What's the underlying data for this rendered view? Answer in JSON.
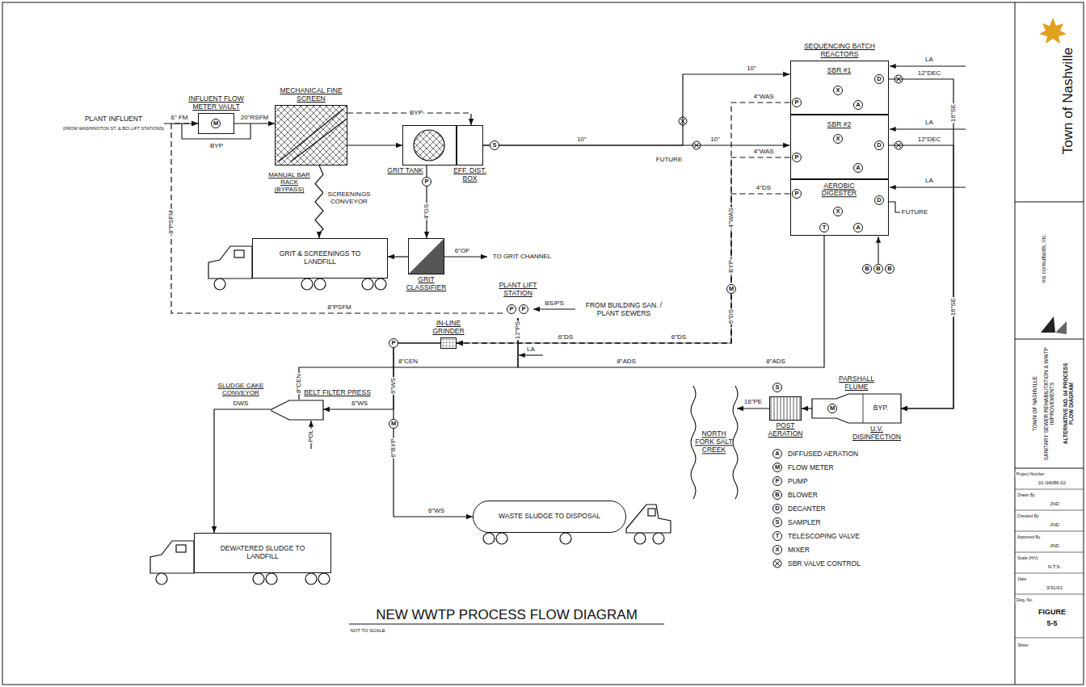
{
  "diagram": {
    "title": "NEW WWTP PROCESS FLOW DIAGRAM",
    "nodes": [
      {
        "text": [
          "PLANT INFLUENT",
          "(FROM WASHINGTON ST. & BCI LIFT STATIONS)"
        ]
      },
      {
        "text": [
          "INFLUENT FLOW METER VAULT"
        ]
      },
      {
        "text": [
          "MECHANICAL FINE SCREEN"
        ]
      },
      {
        "text": [
          "GRIT TANK"
        ]
      },
      {
        "text": [
          "EFF. DIST. BOX"
        ]
      },
      {
        "text": [
          "SEQUENCING BATCH REACTORS"
        ]
      },
      {
        "text": [
          "SBR #1"
        ],
        "in": 5
      },
      {
        "text": [
          "SBR #2"
        ],
        "in": 5
      },
      {
        "text": [
          "AEROBIC DIGESTER"
        ],
        "in": 5
      },
      {
        "text": [
          "GRIT & SCREENINGS TO LANDFILL"
        ]
      },
      {
        "text": [
          "GRIT CLASSIFIER"
        ]
      },
      {
        "text": [
          "PLANT LIFT STATION"
        ]
      },
      {
        "text": [
          "FROM BUILDING SAN. / PLANT SEWERS"
        ]
      },
      {
        "text": [
          "IN-LINE GRINDER"
        ]
      },
      {
        "text": [
          "BELT FILTER PRESS"
        ]
      },
      {
        "text": [
          "DEWATERED SLUDGE TO LANDFILL"
        ]
      },
      {
        "text": [
          "WASTE SLUDGE TO DISPOSAL"
        ]
      },
      {
        "text": [
          "PARSHALL FLUME",
          "BYP.",
          "U.V. DISINFECTION"
        ]
      },
      {
        "text": [
          "POST AERATION"
        ]
      },
      {
        "text": [
          "NORTH FORK SALT CREEK"
        ]
      }
    ],
    "edges": [
      {
        "from": 0,
        "to": 1,
        "arrow": "to",
        "label": "6\" FM"
      },
      {
        "from": 1,
        "to": 2,
        "arrow": "to",
        "label": "20\"RSFM"
      },
      {
        "from": 2,
        "to": 3,
        "arrow": "to"
      },
      {
        "from": 2,
        "to": 4,
        "arrow": "to",
        "label": "BYP"
      },
      {
        "from": 2,
        "to": 9,
        "arrow": "to",
        "label": "SCREENINGS CONVEYOR"
      },
      {
        "from": 3,
        "to": 10,
        "arrow": "to",
        "label": "4\"GS"
      },
      {
        "from": 10,
        "to": 9,
        "arrow": "to"
      },
      {
        "from": 4,
        "to": 6,
        "arrow": "to",
        "label": "10\""
      },
      {
        "from": 4,
        "to": 7,
        "arrow": "to",
        "label": "10\""
      },
      {
        "from": 6,
        "to": 13,
        "arrow": "to",
        "label": "4\"WAS"
      },
      {
        "from": 7,
        "to": 13,
        "arrow": "to",
        "label": "4\"WAS"
      },
      {
        "from": 8,
        "to": 13,
        "arrow": "to",
        "label": "4\"DS"
      },
      {
        "from": 6,
        "to": 17,
        "arrow": "to",
        "label": "12\"DEC"
      },
      {
        "from": 7,
        "to": 17,
        "arrow": "to",
        "label": "12\"DEC"
      },
      {
        "from": 17,
        "to": 18,
        "arrow": "to"
      },
      {
        "from": 18,
        "to": 19,
        "arrow": "to",
        "label": "16\"PE"
      },
      {
        "from": 12,
        "to": 11,
        "arrow": "to",
        "label": "BS/PS"
      },
      {
        "from": 11,
        "to": 1,
        "arrow": "to",
        "label": "8\"PSFM"
      },
      {
        "from": 8,
        "to": 11,
        "arrow": "to",
        "label": "8\"ADS"
      },
      {
        "from": 14,
        "to": 11,
        "arrow": "to",
        "label": "8\"CEN"
      },
      {
        "from": 13,
        "to": 14,
        "arrow": "to",
        "label": "6\"WS"
      },
      {
        "from": 13,
        "to": 16,
        "arrow": "to",
        "label": "6\"WS"
      },
      {
        "from": 14,
        "to": 15,
        "arrow": "to",
        "label": "DWS"
      }
    ],
    "labels": [
      "M",
      "BYP",
      "MANUAL BAR RACK (BYPASS)",
      "S",
      "P",
      "10\"",
      "FUTURE",
      "P",
      "X",
      "D",
      "A",
      "P",
      "X",
      "D",
      "A",
      "P",
      "X",
      "D",
      "T",
      "A",
      "LA",
      "LA",
      "LA",
      "FUTURE",
      "B",
      "B",
      "B",
      "16\"SE",
      "16\"SE",
      "4\"WAS",
      "BYP",
      "M",
      "6\"DS",
      "P",
      "P",
      "12\"PS",
      "LA",
      "8\"PSFM",
      "6\"OF",
      "TO GRIT CHANNEL",
      "8\"ADS",
      "8\"CEN",
      "6\"DS",
      "6\"DS",
      "P",
      "6\"WS",
      "M",
      "6\"BYP",
      "POL",
      "SLUDGE CAKE CONVEYOR",
      "S",
      "M",
      "A",
      "M",
      "P",
      "B",
      "D",
      "S",
      "T",
      "X",
      "NOT TO SCALE",
      "Town of Nashville",
      "ms consultants, inc.",
      "TOWN OF NASHVILLE",
      "SANITARY SEWER REHABILITATION & WWTP IMPROVEMENTS",
      "ALTERNATIVE NO. 04 PROCESS FLOW DIAGRAM",
      "Project Number",
      "01-04086-02",
      "Drawn By",
      "JND",
      "Checked By",
      "JND",
      "Approved By",
      "JND",
      "Scale (H/V)",
      "N.T.S.",
      "Date",
      "3/31/01",
      "Dwg. No.",
      "FIGURE",
      "5-5",
      "Sheet"
    ],
    "legend": [
      {
        "text": "DIFFUSED AERATION"
      },
      {
        "text": "FLOW METER"
      },
      {
        "text": "PUMP"
      },
      {
        "text": "BLOWER"
      },
      {
        "text": "DECANTER"
      },
      {
        "text": "SAMPLER"
      },
      {
        "text": "TELESCOPING VALVE"
      },
      {
        "text": "MIXER"
      },
      {
        "text": "SBR VALVE CONTROL"
      }
    ]
  }
}
